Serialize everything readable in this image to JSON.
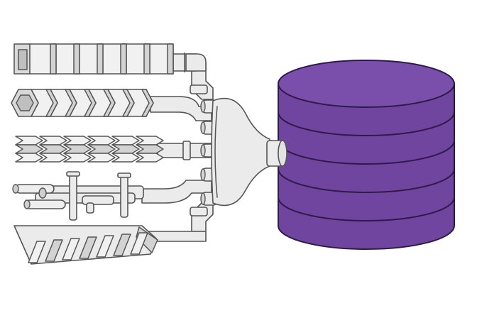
{
  "diagram": {
    "kind": "pipeline-illustration",
    "inputs": [
      {
        "id": "square-tube",
        "icon": "square-tube-icon",
        "segments": 6
      },
      {
        "id": "hexagon-tube",
        "icon": "hexagon-tube-icon",
        "segments": 6
      },
      {
        "id": "chevron-stack",
        "icon": "chevron-stack-icon",
        "segments": 6
      },
      {
        "id": "branched-pipes",
        "icon": "branched-pipes-icon",
        "segments": 3
      },
      {
        "id": "screw-trough",
        "icon": "screw-trough-icon",
        "segments": 7
      }
    ],
    "funnel_icon": "funnel-manifold-icon",
    "database_icon": "database-cylinder-icon",
    "database_disk_count": 5,
    "colors": {
      "database_fill": "#6f45a0",
      "database_top": "#7a4fac",
      "database_edge": "#2e1a47",
      "pipe_fill": "#ebebeb",
      "pipe_shade": "#d3d3d3",
      "outline": "#555555",
      "background": "#ffffff"
    }
  }
}
